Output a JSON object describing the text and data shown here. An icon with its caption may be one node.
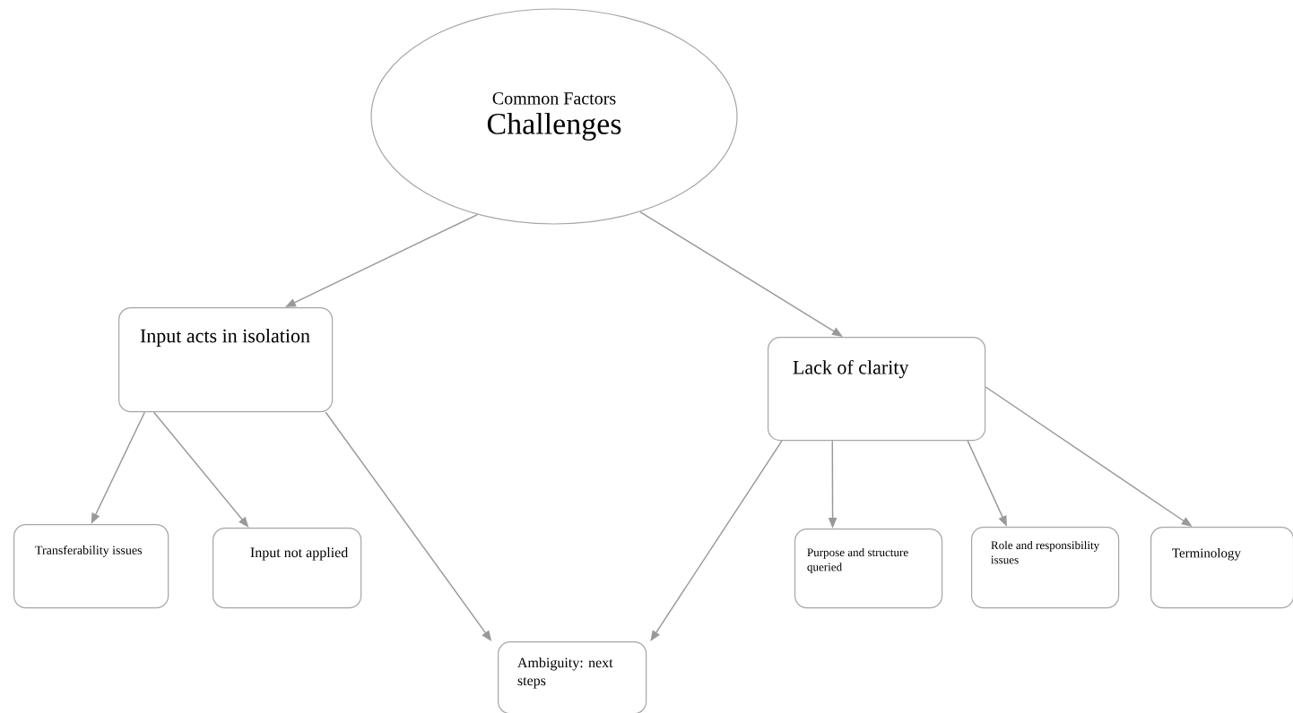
{
  "diagram": {
    "nodes": [
      {
        "text": [
          "Common Factors",
          "Challenges"
        ]
      },
      {
        "text": [
          "Input acts in isolation"
        ]
      },
      {
        "text": [
          "Lack of clarity"
        ]
      },
      {
        "text": [
          "Transferability issues"
        ]
      },
      {
        "text": [
          "Input not applied"
        ]
      },
      {
        "text": [
          "Ambiguity: next steps"
        ]
      },
      {
        "text": [
          "Purpose and structure queried"
        ]
      },
      {
        "text": [
          "Role and responsibility issues"
        ]
      },
      {
        "text": [
          "Terminology"
        ]
      }
    ],
    "edges": [
      {
        "from": 0,
        "to": 1,
        "arrow": "to"
      },
      {
        "from": 0,
        "to": 2,
        "arrow": "to"
      },
      {
        "from": 1,
        "to": 3,
        "arrow": "to"
      },
      {
        "from": 1,
        "to": 4,
        "arrow": "to"
      },
      {
        "from": 1,
        "to": 5,
        "arrow": "to"
      },
      {
        "from": 2,
        "to": 5,
        "arrow": "to"
      },
      {
        "from": 2,
        "to": 6,
        "arrow": "to"
      },
      {
        "from": 2,
        "to": 7,
        "arrow": "to"
      },
      {
        "from": 2,
        "to": 8,
        "arrow": "to"
      }
    ]
  }
}
